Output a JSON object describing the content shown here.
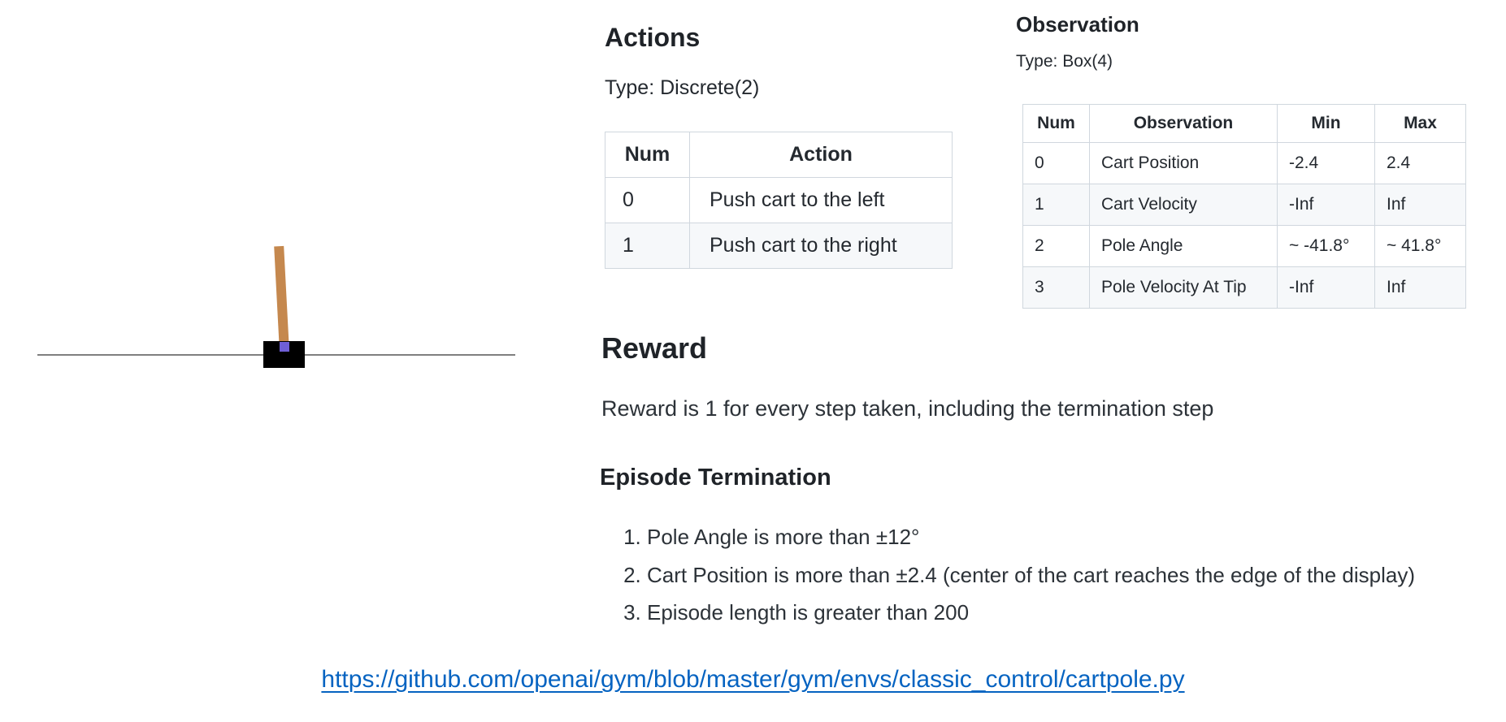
{
  "cartpole_figure": {
    "track_color": "#7f7f7f",
    "cart_color": "#000000",
    "pole_color": "#c5884e",
    "axle_color": "#6f5fd6"
  },
  "actions": {
    "title": "Actions",
    "type_label": "Type: Discrete(2)",
    "table": {
      "headers": [
        "Num",
        "Action"
      ],
      "rows": [
        [
          "0",
          "Push cart to the left"
        ],
        [
          "1",
          "Push cart to the right"
        ]
      ]
    }
  },
  "observation": {
    "title": "Observation",
    "type_label": "Type: Box(4)",
    "table": {
      "headers": [
        "Num",
        "Observation",
        "Min",
        "Max"
      ],
      "rows": [
        [
          "0",
          "Cart Position",
          "-2.4",
          "2.4"
        ],
        [
          "1",
          "Cart Velocity",
          "-Inf",
          "Inf"
        ],
        [
          "2",
          "Pole Angle",
          "~ -41.8°",
          "~ 41.8°"
        ],
        [
          "3",
          "Pole Velocity At Tip",
          "-Inf",
          "Inf"
        ]
      ]
    }
  },
  "reward": {
    "title": "Reward",
    "description": "Reward is 1 for every step taken, including the termination step"
  },
  "episode_termination": {
    "title": "Episode Termination",
    "items": [
      "Pole Angle is more than ±12°",
      "Cart Position is more than ±2.4 (center of the cart reaches the edge of the display)",
      "Episode length is greater than 200"
    ]
  },
  "source_link": {
    "url": "https://github.com/openai/gym/blob/master/gym/envs/classic_control/cartpole.py",
    "color": "#0563c1"
  }
}
